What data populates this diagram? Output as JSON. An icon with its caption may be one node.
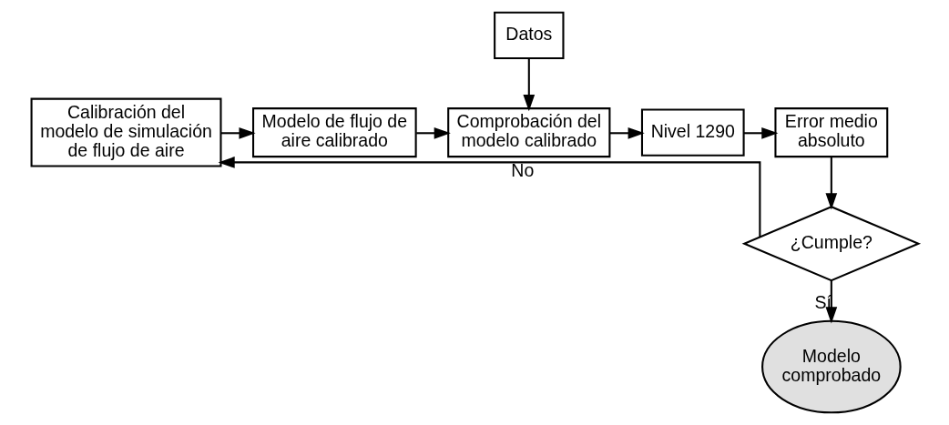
{
  "diagram": {
    "nodes": [
      {
        "text": [
          "Datos"
        ]
      },
      {
        "text": [
          "Calibración del modelo de simulación de flujo de aire"
        ]
      },
      {
        "text": [
          "Modelo de flujo de aire calibrado"
        ]
      },
      {
        "text": [
          "Comprobación del modelo calibrado"
        ]
      },
      {
        "text": [
          "Nivel 1290"
        ]
      },
      {
        "text": [
          "Error medio absoluto"
        ]
      },
      {
        "text": [
          "¿Cumple?"
        ]
      },
      {
        "text": [
          "Modelo comprobado"
        ]
      }
    ],
    "edges": [
      {
        "from": 0,
        "to": 3,
        "arrow": "to"
      },
      {
        "from": 1,
        "to": 2,
        "arrow": "to"
      },
      {
        "from": 2,
        "to": 3,
        "arrow": "to"
      },
      {
        "from": 3,
        "to": 4,
        "arrow": "to"
      },
      {
        "from": 4,
        "to": 5,
        "arrow": "to"
      },
      {
        "from": 5,
        "to": 6,
        "arrow": "to"
      },
      {
        "from": 6,
        "to": 1,
        "label": "No",
        "arrow": "to"
      },
      {
        "from": 6,
        "to": 7,
        "label": "Sí",
        "arrow": "to"
      }
    ]
  }
}
